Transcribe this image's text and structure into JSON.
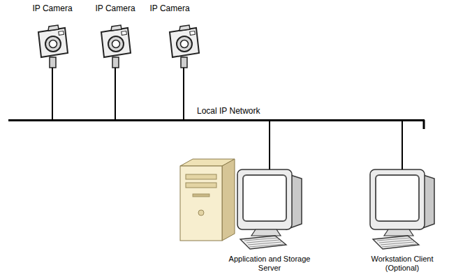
{
  "diagram": {
    "nodes": [
      {
        "text": [
          "IP Camera"
        ]
      },
      {
        "text": [
          "IP Camera"
        ]
      },
      {
        "text": [
          "IP Camera"
        ]
      },
      {
        "text": [
          "Local IP Network"
        ]
      },
      {
        "text": [
          "Application and Storage Server"
        ]
      },
      {
        "text": [
          "Workstation Client (Optional)"
        ]
      }
    ],
    "edges": [
      {
        "from": 0,
        "to": 3,
        "arrow": "none"
      },
      {
        "from": 1,
        "to": 3,
        "arrow": "none"
      },
      {
        "from": 2,
        "to": 3,
        "arrow": "none"
      },
      {
        "from": 3,
        "to": 4,
        "arrow": "none"
      },
      {
        "from": 3,
        "to": 5,
        "arrow": "none"
      }
    ]
  }
}
